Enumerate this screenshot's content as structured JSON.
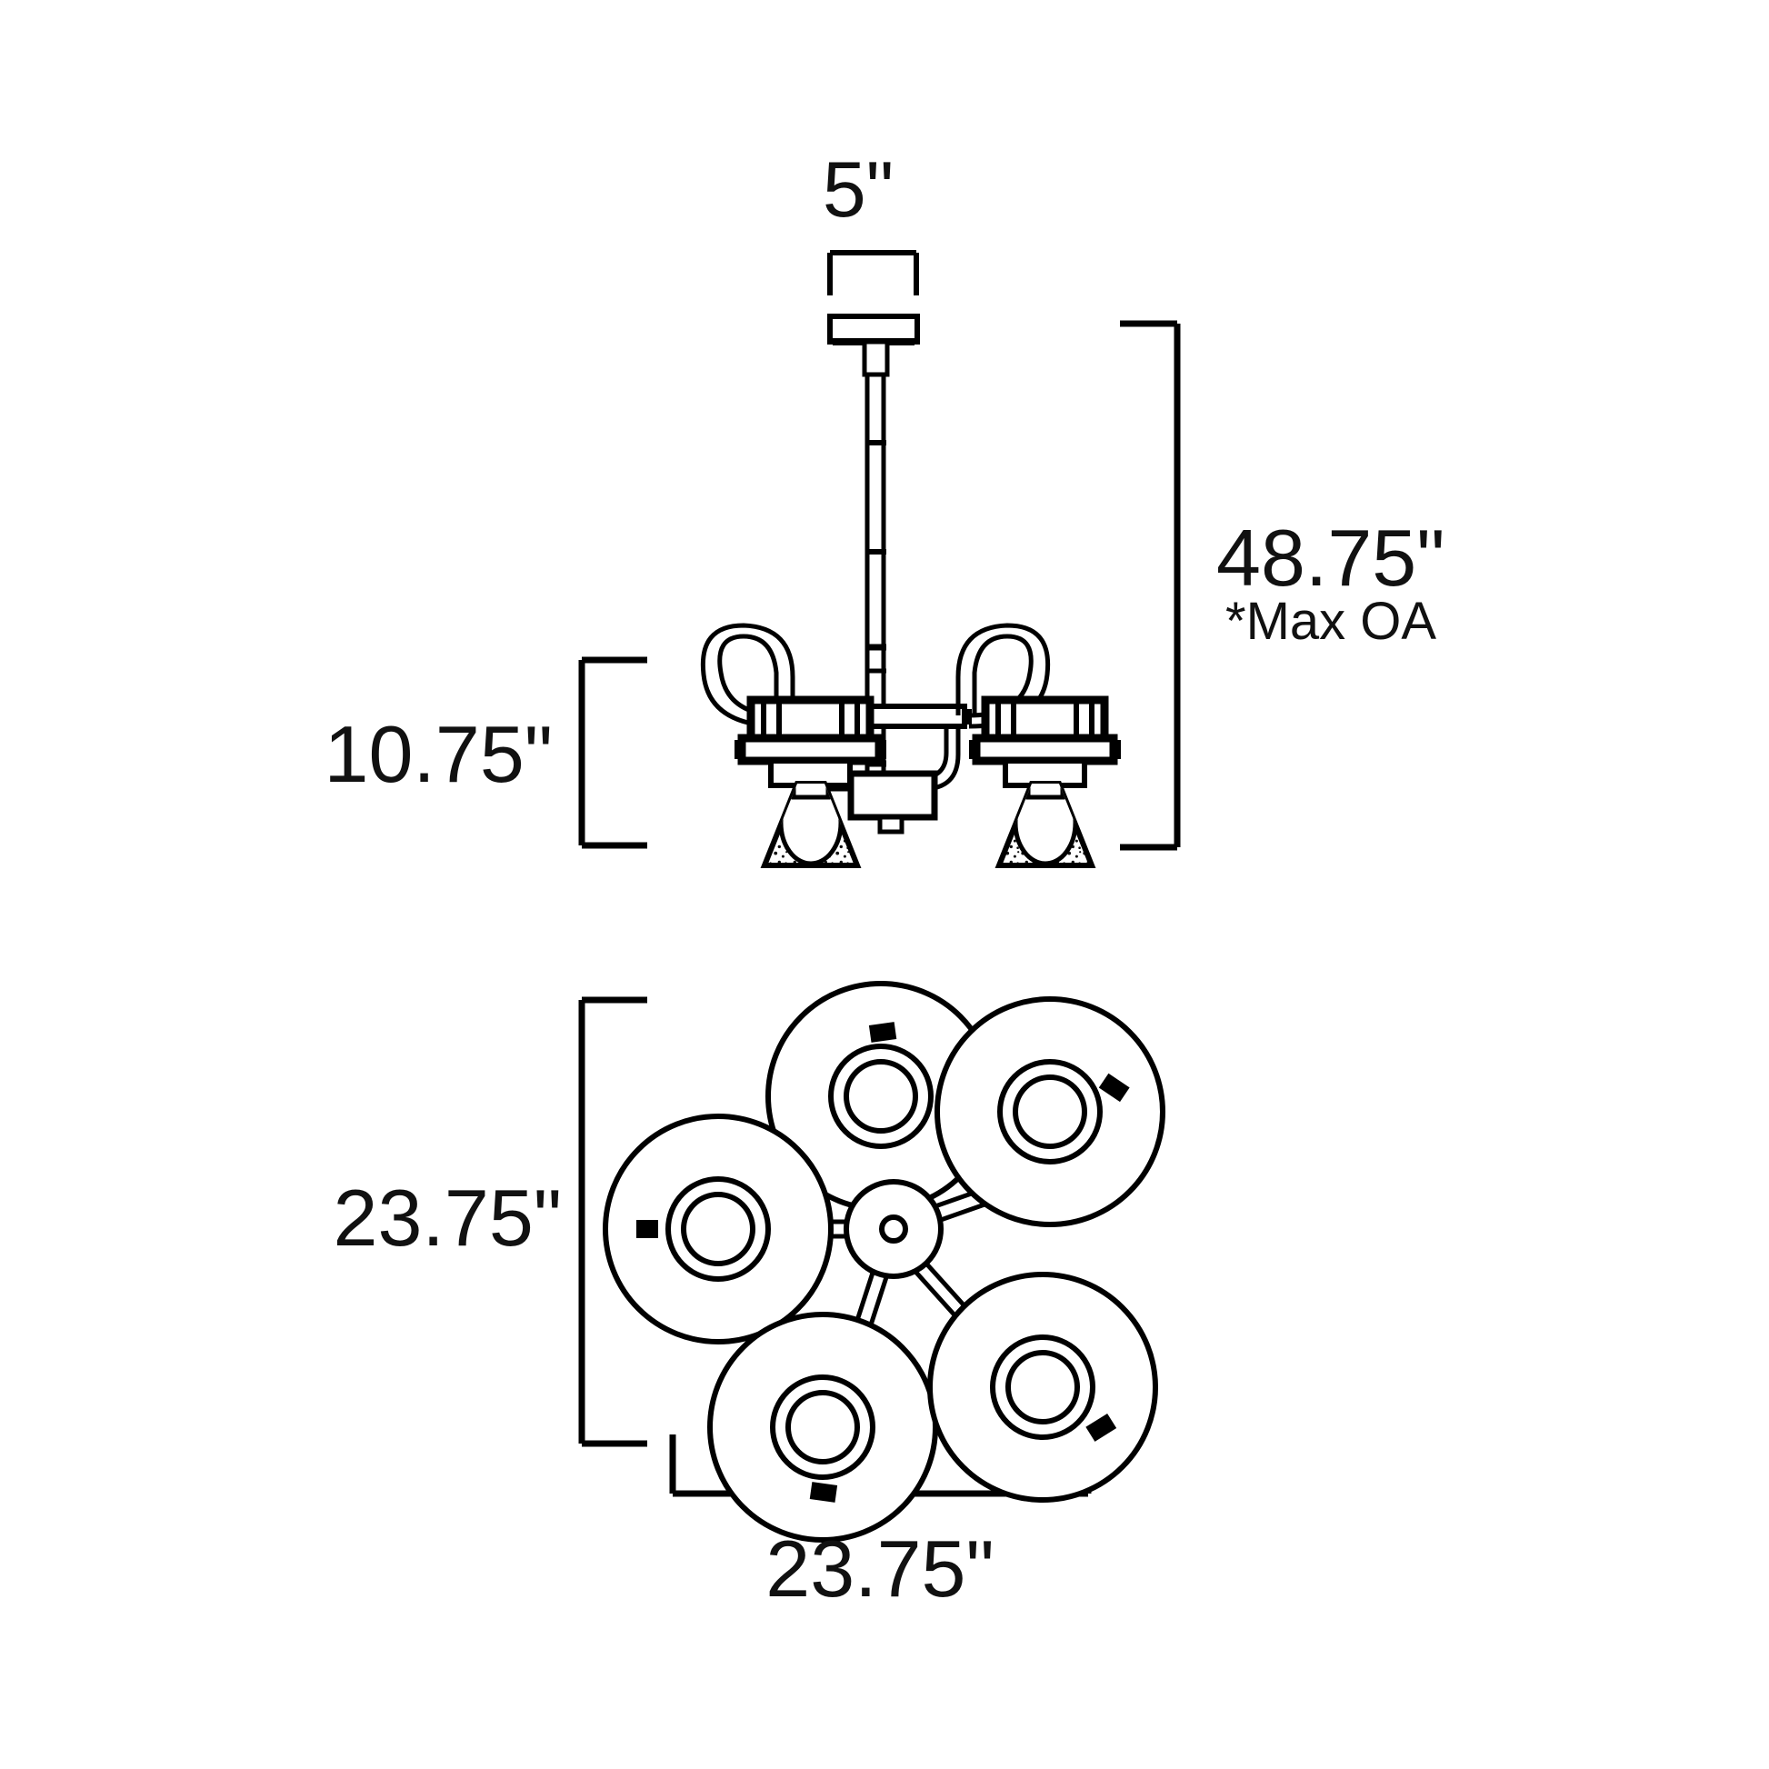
{
  "drawing": {
    "title": "Chandelier dimensional drawing",
    "units": "inches",
    "line_color": "#000000",
    "background_color": "#ffffff",
    "views": [
      {
        "name": "elevation",
        "description": "Side elevation of 5-light chandelier with downrod, canopy, curved arms and conical seeded glass shades"
      },
      {
        "name": "plan",
        "description": "Top plan view showing 5 radial arms with circular shades around a central hub"
      }
    ]
  },
  "dimensions": {
    "canopy_width": {
      "value": "5\"",
      "label": "5\"",
      "applies_to": "canopy-width"
    },
    "max_overall_height": {
      "value": "48.75\"",
      "label": "48.75\"",
      "note": "*Max OA",
      "applies_to": "overall-height"
    },
    "fixture_body_height": {
      "value": "10.75\"",
      "label": "10.75\"",
      "applies_to": "body-height"
    },
    "plan_height": {
      "value": "23.75\"",
      "label": "23.75\"",
      "applies_to": "plan-vertical-span"
    },
    "plan_width": {
      "value": "23.75\"",
      "label": "23.75\"",
      "applies_to": "plan-horizontal-span"
    }
  },
  "fixture": {
    "light_count": 5,
    "shade_style": "conical seeded glass",
    "arm_style": "curved gooseneck"
  }
}
